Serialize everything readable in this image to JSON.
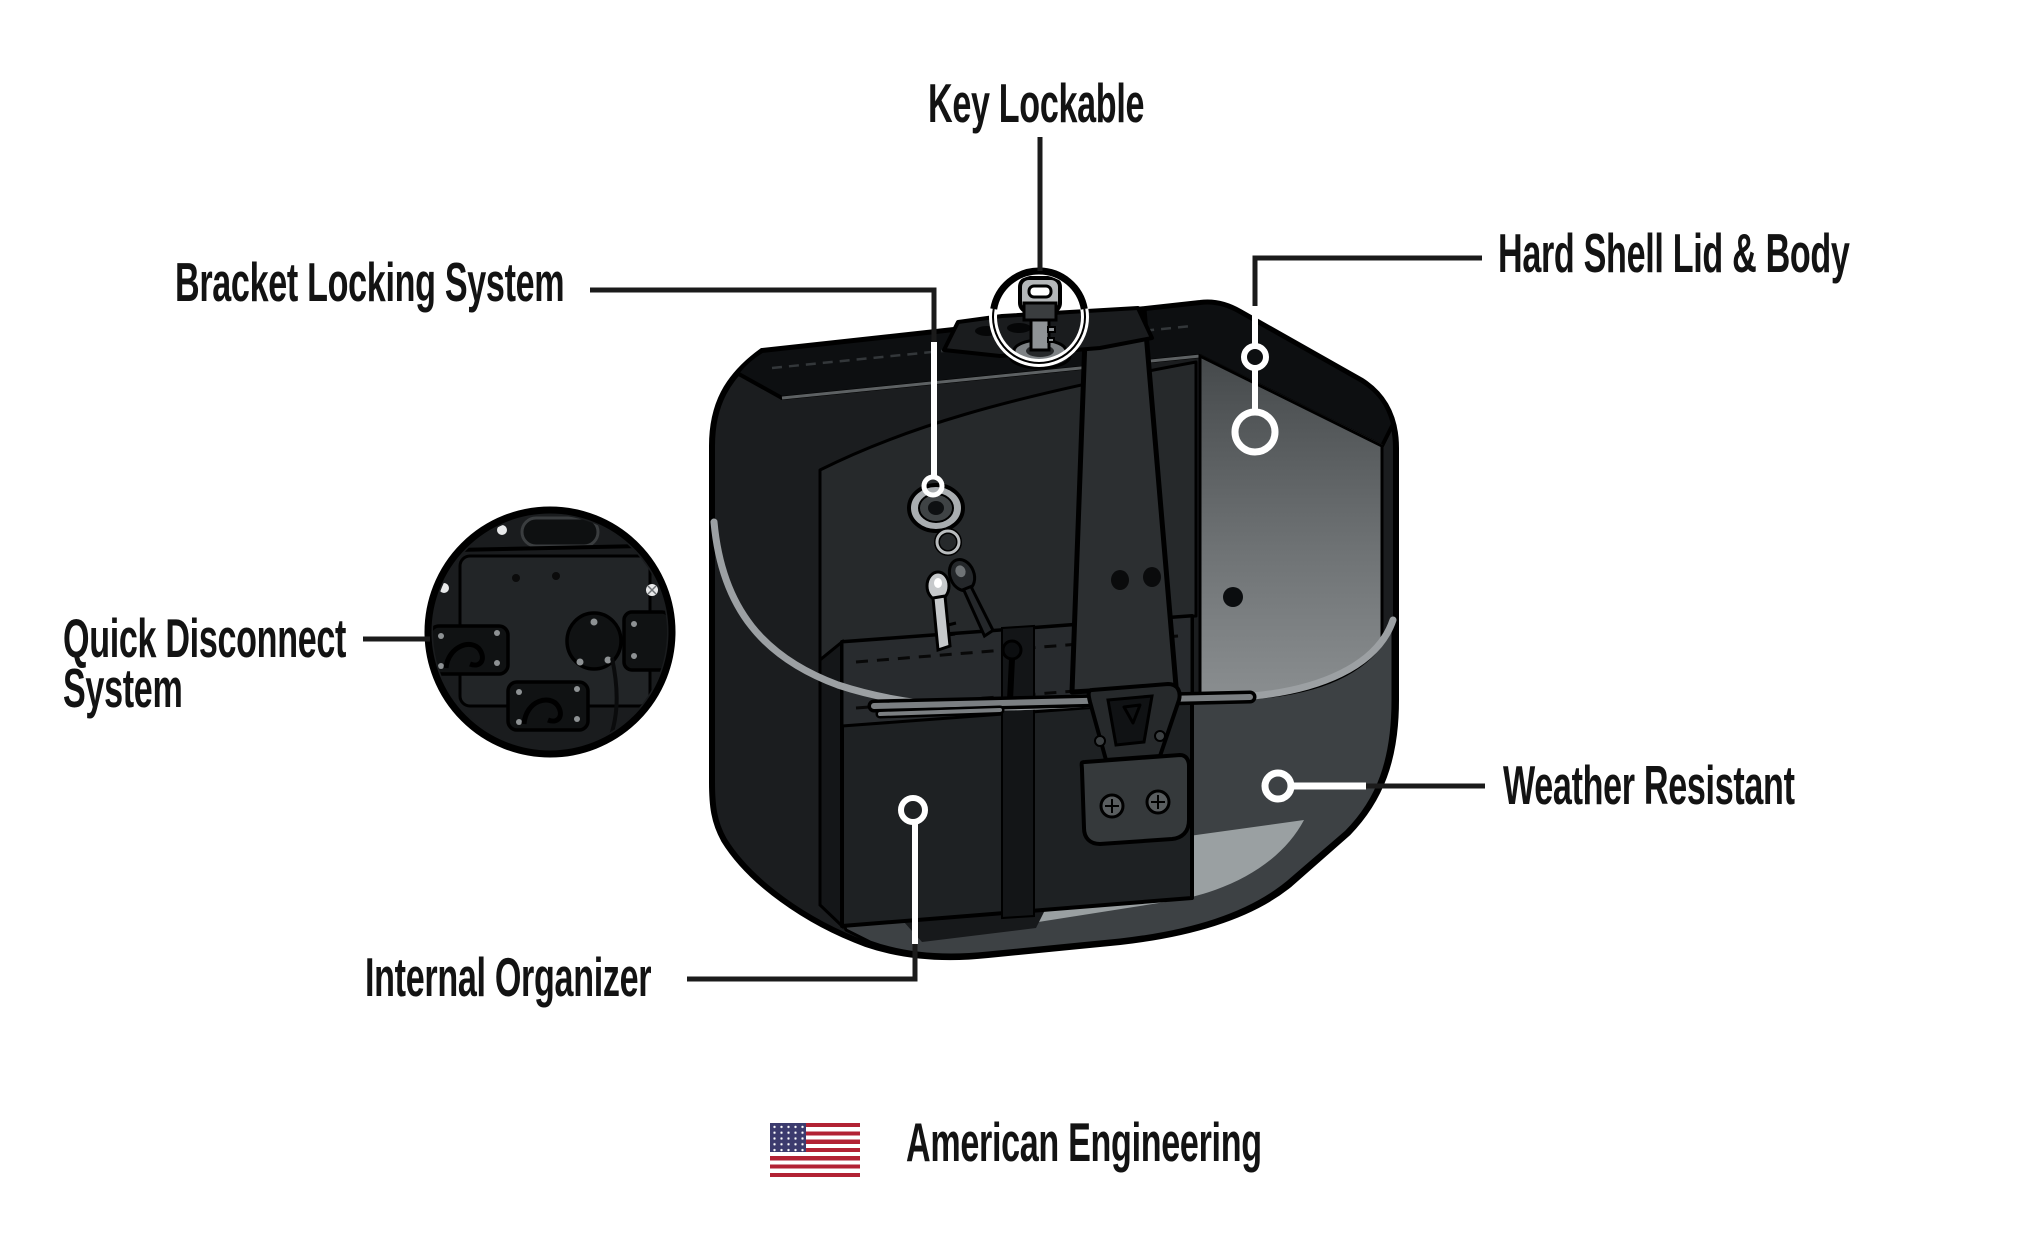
{
  "callouts": {
    "key_lockable": {
      "label": "Key Lockable"
    },
    "bracket_locking_system": {
      "label": "Bracket Locking System"
    },
    "hard_shell_lid_body": {
      "label": "Hard Shell Lid & Body"
    },
    "quick_disconnect_system": {
      "lines": [
        "Quick Disconnect",
        "System"
      ]
    },
    "weather_resistant": {
      "label": "Weather Resistant"
    },
    "internal_organizer": {
      "label": "Internal Organizer"
    }
  },
  "footer": {
    "label": "American Engineering"
  },
  "icons": {
    "flag": "us-flag-icon",
    "key_badge": "key-icon",
    "lock": "lock-and-keys-icon",
    "inset": "quick-disconnect-back-view",
    "dots": "callout-dot-icon"
  },
  "colors": {
    "background": "#ffffff",
    "label_text": "#131313",
    "leader_line": "#1b1b1b",
    "callout_ring": "#ffffff",
    "bag_black": "#1b1d1f",
    "bag_top": "#0d0f11",
    "bag_side_gray": "#85898b",
    "bag_floor_gray": "#9aa0a2",
    "piping_gray": "#9ca0a3",
    "flag_red": "#B22234",
    "flag_blue": "#3C3B6E"
  }
}
